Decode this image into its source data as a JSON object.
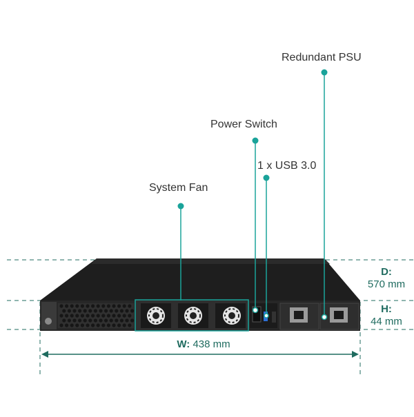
{
  "callouts": {
    "redundant_psu": "Redundant PSU",
    "power_switch": "Power Switch",
    "usb": "1 x USB 3.0",
    "system_fan": "System Fan"
  },
  "dimensions": {
    "depth_label": "D:",
    "depth_value": "570 mm",
    "height_label": "H:",
    "height_value": "44 mm",
    "width_label": "W:",
    "width_value": "438 mm"
  },
  "colors": {
    "accent": "#1aa39a",
    "dimension": "#1f6b5f",
    "chassis": "#1c1c1c",
    "front_panel": "#2a2a2a"
  }
}
